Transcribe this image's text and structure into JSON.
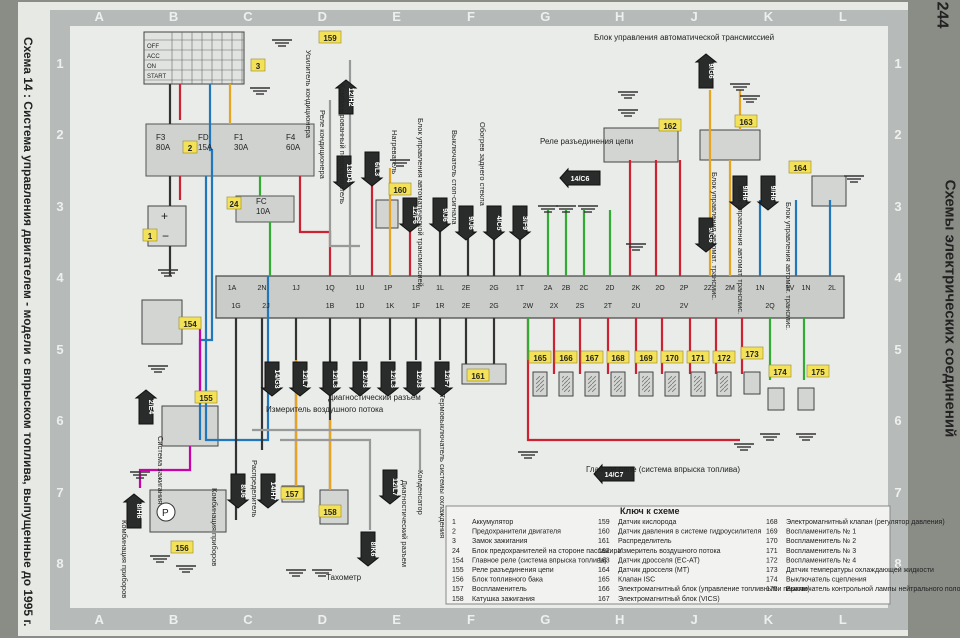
{
  "page_number": "244",
  "section_title": "Схемы электрических соединений",
  "diagram_caption": "Схема 14 : Система управления двигателем - модели с впрыском топлива, выпущенные до 1995 г.",
  "grid": {
    "cols": [
      "A",
      "B",
      "C",
      "D",
      "E",
      "F",
      "G",
      "H",
      "J",
      "K",
      "L"
    ],
    "rows": [
      "1",
      "2",
      "3",
      "4",
      "5",
      "6",
      "7",
      "8"
    ]
  },
  "ignition": {
    "positions": [
      "OFF",
      "ACC",
      "ON",
      "START"
    ]
  },
  "fuses": [
    {
      "id": "F3",
      "rating": "80A"
    },
    {
      "id": "FD",
      "rating": "15A"
    },
    {
      "id": "F1",
      "rating": "30A"
    },
    {
      "id": "F4",
      "rating": "60A"
    },
    {
      "id": "FC",
      "rating": "10A"
    }
  ],
  "ecu_pins_top": [
    "1A",
    "2N",
    "1J",
    "1Q",
    "1U",
    "1P",
    "1S",
    "1L",
    "2E",
    "2G",
    "1T",
    "2A",
    "2B",
    "2C",
    "2D",
    "2K",
    "2O",
    "2P",
    "2Z",
    "2M",
    "1N",
    "1V",
    "1N",
    "2L"
  ],
  "ecu_pins_mid": [
    "1G",
    "2J",
    "1B",
    "1D",
    "1K",
    "1F",
    "1R",
    "2E",
    "2G",
    "2W",
    "2X",
    "2S",
    "2T",
    "2U",
    "2V",
    "2Q"
  ],
  "component_numbers": [
    "1",
    "2",
    "3",
    "24",
    "154",
    "155",
    "156",
    "157",
    "158",
    "159",
    "160",
    "161",
    "162",
    "163",
    "164",
    "165",
    "166",
    "167",
    "168",
    "169",
    "170",
    "171",
    "172",
    "173",
    "174",
    "175"
  ],
  "arrow_labels": {
    "top": [
      "12/H2",
      "13/D4",
      "6/L3",
      "12/F6",
      "9/J6",
      "9/J6",
      "4/C5",
      "3/F9"
    ],
    "right": [
      "9/G6",
      "9/H6",
      "9/H6",
      "9/G6"
    ],
    "bottom": [
      "14/G3",
      "12/L7",
      "12/L3",
      "12/J3",
      "12/L3",
      "12/J3",
      "12/F7",
      "2/E4",
      "14/H7",
      "8/J6",
      "8/H6",
      "12/L7",
      "8/K6",
      "14/C6",
      "14/C7"
    ]
  },
  "labels": {
    "tcu": "Блок управления автоматической трансмиссией",
    "relay_sep": "Реле разъединения цепи",
    "main_relay": "Главное реле (система впрыска топлива)",
    "airflow": "Измеритель воздушного потока",
    "diag": "Диагностический разъем",
    "thermo": "Термовыключатель системы охлаждения",
    "tacho": "Тахометр",
    "diag2": "Диагностический разъем",
    "distributor": "Распределитель",
    "ignition_sys": "Система зажигания",
    "combo1": "Комбинация приборов",
    "combo2": "Комбинация приборов",
    "ac_amp": "Усилитель кондиционера",
    "combo_switch": "Комбинированный переключатель",
    "ac_relay": "Реле кондиционера",
    "heater_fan": "Нагреватель",
    "tcu_v1": "Блок управления автоматической трансмиссией",
    "stop_switch": "Выключатель стоп-сигнала",
    "rear_defrost": "Обогрев заднего стекла",
    "ecu_tr1": "Блок управления автомат. трансмис.",
    "ecu_tr2": "Блок управления автомат. трансмис.",
    "ecu_tr3": "Блок управления автомат. трансмис.",
    "cond": "Конденсатор"
  },
  "key": {
    "title": "Ключ к схеме",
    "items": [
      {
        "n": "1",
        "t": "Аккумулятор"
      },
      {
        "n": "2",
        "t": "Предохранители двигателя"
      },
      {
        "n": "3",
        "t": "Замок зажигания"
      },
      {
        "n": "24",
        "t": "Блок предохранителей на стороне пассажира"
      },
      {
        "n": "154",
        "t": "Главное реле (система впрыска топлива)"
      },
      {
        "n": "155",
        "t": "Реле разъединения цепи"
      },
      {
        "n": "156",
        "t": "Блок топливного бака"
      },
      {
        "n": "157",
        "t": "Воспламенитель"
      },
      {
        "n": "158",
        "t": "Катушка зажигания"
      },
      {
        "n": "159",
        "t": "Датчик кислорода"
      },
      {
        "n": "160",
        "t": "Датчик давления в системе гидроусилителя"
      },
      {
        "n": "161",
        "t": "Распределитель"
      },
      {
        "n": "162",
        "t": "Измеритель воздушного потока"
      },
      {
        "n": "163",
        "t": "Датчик дросселя (EC-AT)"
      },
      {
        "n": "164",
        "t": "Датчик дросселя (MT)"
      },
      {
        "n": "165",
        "t": "Клапан ISC"
      },
      {
        "n": "166",
        "t": "Электромагнитный блок (управление топливными парами)"
      },
      {
        "n": "167",
        "t": "Электромагнитный блок (VICS)"
      },
      {
        "n": "168",
        "t": "Электромагнитный клапан (регулятор давления)"
      },
      {
        "n": "169",
        "t": "Воспламенитель № 1"
      },
      {
        "n": "170",
        "t": "Воспламенитель № 2"
      },
      {
        "n": "171",
        "t": "Воспламенитель № 3"
      },
      {
        "n": "172",
        "t": "Воспламенитель № 4"
      },
      {
        "n": "173",
        "t": "Датчик температуры охлаждающей жидкости"
      },
      {
        "n": "174",
        "t": "Выключатель сцепления"
      },
      {
        "n": "175",
        "t": "Выключатель контрольной лампы нейтрального положения"
      }
    ]
  }
}
